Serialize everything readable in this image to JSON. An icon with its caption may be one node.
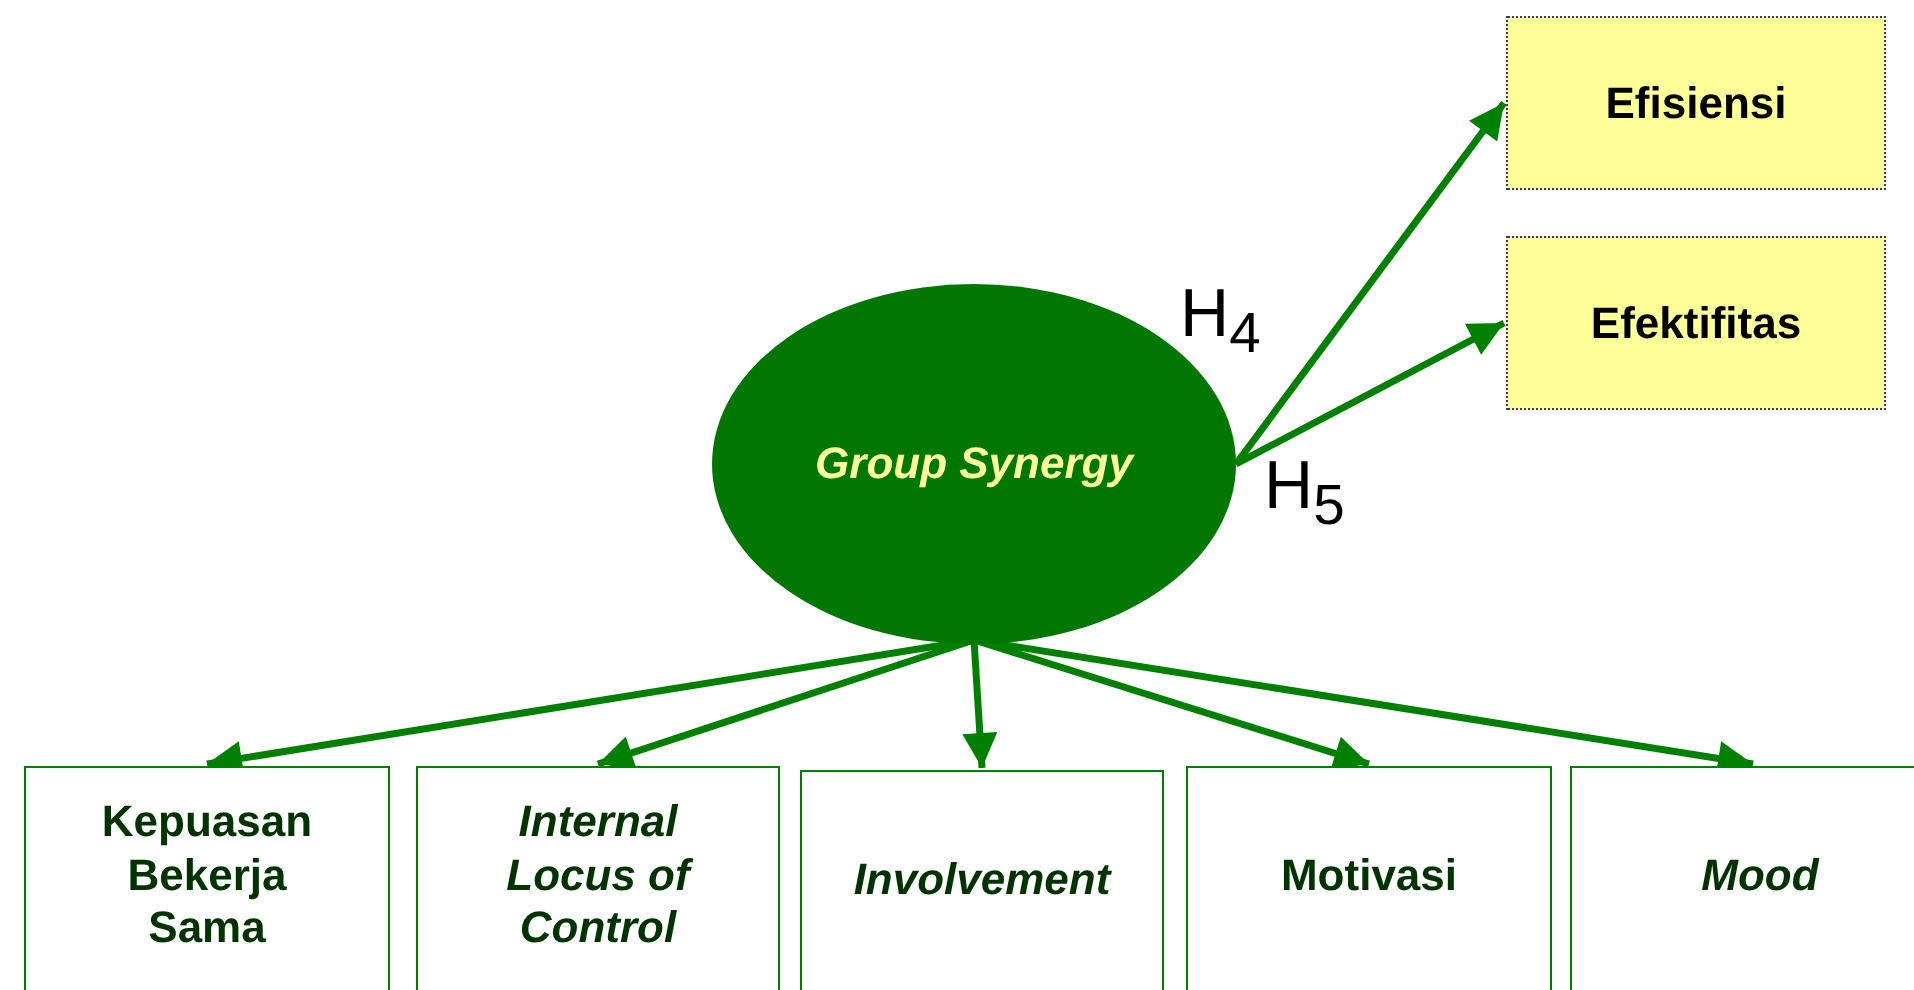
{
  "diagram": {
    "nodes": [
      {
        "text": [
          "Efisiensi"
        ]
      },
      {
        "text": [
          "Efektifitas"
        ]
      },
      {
        "text": [
          "Group Synergy"
        ]
      },
      {
        "text": [
          "Kepuasan Bekerja Sama"
        ]
      },
      {
        "text": [
          "Internal Locus of Control"
        ]
      },
      {
        "text": [
          "Involvement"
        ]
      },
      {
        "text": [
          "Motivasi"
        ]
      },
      {
        "text": [
          "Mood"
        ]
      }
    ],
    "edges": [
      {
        "from": 2,
        "to": 0,
        "arrow": "to",
        "label": "H$_{4}$"
      },
      {
        "from": 2,
        "to": 1,
        "arrow": "to",
        "label": "H$_{5}$"
      },
      {
        "from": 2,
        "to": 3,
        "arrow": "to"
      },
      {
        "from": 2,
        "to": 4,
        "arrow": "to"
      },
      {
        "from": 2,
        "to": 5,
        "arrow": "to"
      },
      {
        "from": 2,
        "to": 6,
        "arrow": "to"
      },
      {
        "from": 2,
        "to": 7,
        "arrow": "to"
      }
    ]
  }
}
